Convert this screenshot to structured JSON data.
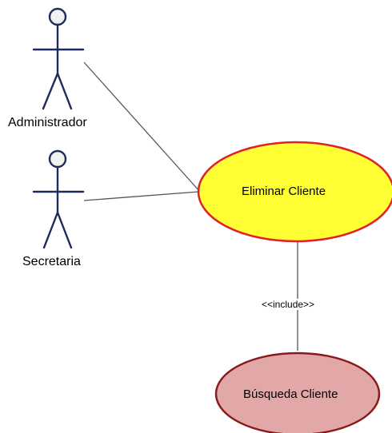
{
  "actors": [
    {
      "id": "administrador",
      "label": "Administrador"
    },
    {
      "id": "secretaria",
      "label": "Secretaria"
    }
  ],
  "use_cases": [
    {
      "id": "eliminar-cliente",
      "label": "Eliminar Cliente",
      "fill": "#FFFF33",
      "stroke": "#E0202A"
    },
    {
      "id": "busqueda-cliente",
      "label": "Búsqueda Cliente",
      "fill": "#E2A8A8",
      "stroke": "#8B1A1A"
    }
  ],
  "relationships": [
    {
      "type": "include",
      "stereotype": "<<include>>",
      "from": "eliminar-cliente",
      "to": "busqueda-cliente"
    }
  ],
  "colors": {
    "actor_stroke": "#1F2A5C",
    "actor_head_fill": "#F2F2F2",
    "line": "#555555"
  }
}
